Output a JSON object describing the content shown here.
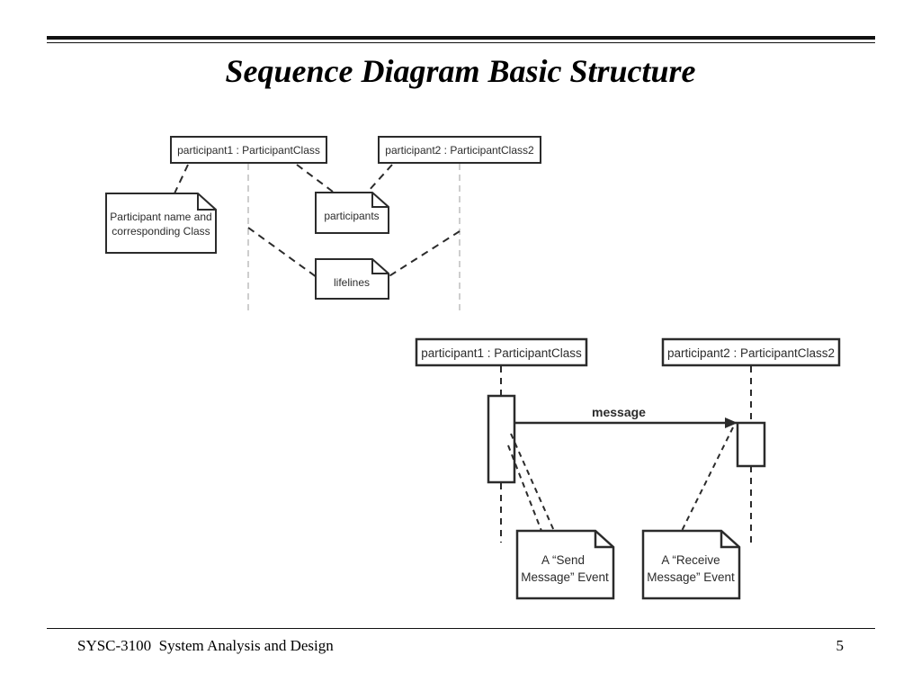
{
  "slide": {
    "title": "Sequence Diagram Basic Structure"
  },
  "diagram_top": {
    "participant1": "participant1 : ParticipantClass",
    "participant2": "participant2 : ParticipantClass2",
    "note_name_line1": "Participant name and",
    "note_name_line2": "corresponding Class",
    "note_participants": "participants",
    "note_lifelines": "lifelines"
  },
  "diagram_bottom": {
    "participant1": "participant1 : ParticipantClass",
    "participant2": "participant2 : ParticipantClass2",
    "message": "message",
    "send_line1": "A “Send",
    "send_line2": "Message” Event",
    "receive_line1": "A “Receive",
    "receive_line2": "Message” Event"
  },
  "footer": {
    "course": "SYSC-3100  System Analysis and Design",
    "page": "5"
  },
  "colors": {
    "ink": "#2b2b2b",
    "rule": "#111111",
    "lifeline": "#bdbdbd"
  }
}
